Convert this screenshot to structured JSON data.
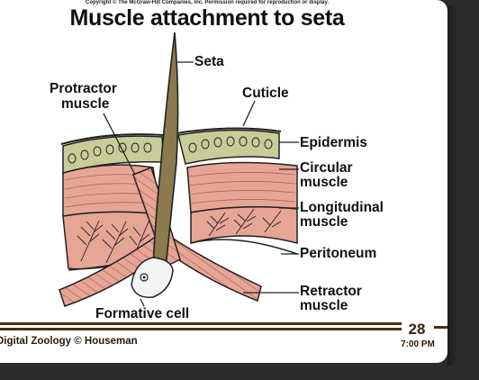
{
  "header": {
    "copyright": "Copyright © The McGraw-Hill Companies, Inc. Permission required for reproduction or display.",
    "title": "Muscle attachment to seta"
  },
  "labels": {
    "seta": "Seta",
    "protractor_1": "Protractor",
    "protractor_2": "muscle",
    "cuticle": "Cuticle",
    "epidermis": "Epidermis",
    "circular_1": "Circular",
    "circular_2": "muscle",
    "longitudinal_1": "Longitudinal",
    "longitudinal_2": "muscle",
    "peritoneum": "Peritoneum",
    "retractor_1": "Retractor",
    "retractor_2": "muscle",
    "formative_cell": "Formative cell"
  },
  "footer": {
    "course": "Digital Zoology © Houseman",
    "slide_number": "28",
    "time": "7:00 PM"
  },
  "colors": {
    "muscle": "#e7a596",
    "seta": "#8a7a4e",
    "epidermis": "#c9cc98",
    "footer_line": "#4a2f12",
    "background": "#2b2b2b"
  }
}
